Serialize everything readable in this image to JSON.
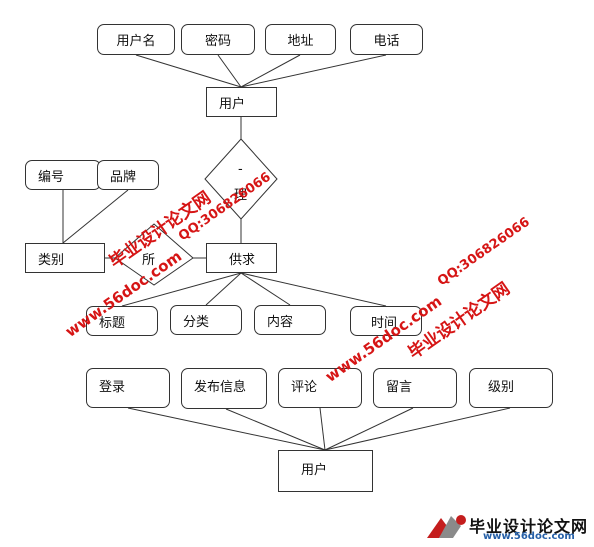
{
  "top": {
    "attributes": [
      "用户名",
      "密码",
      "地址",
      "电话"
    ],
    "user": "用户",
    "manage": {
      "line1": "-",
      "line2": "理"
    }
  },
  "left": {
    "attributes": [
      "编号",
      "品牌"
    ],
    "category": "类别",
    "belongs": "所"
  },
  "middle": {
    "supply": "供求",
    "attributes": [
      "标题",
      "分类",
      "内容",
      "时间"
    ]
  },
  "bottom": {
    "actions": [
      "登录",
      "发布信息",
      "评论",
      "留言",
      "级别"
    ],
    "user": "用户"
  },
  "watermarks": {
    "cn": "毕业设计论文网",
    "url": "www.56doc.com",
    "qq": "QQ:306826066"
  },
  "logo": {
    "cn": "毕业设计论文网",
    "url": "www.56doc.com"
  },
  "colors": {
    "watermark": "#d61515",
    "line": "#333333",
    "logo_url": "#2660a8"
  }
}
